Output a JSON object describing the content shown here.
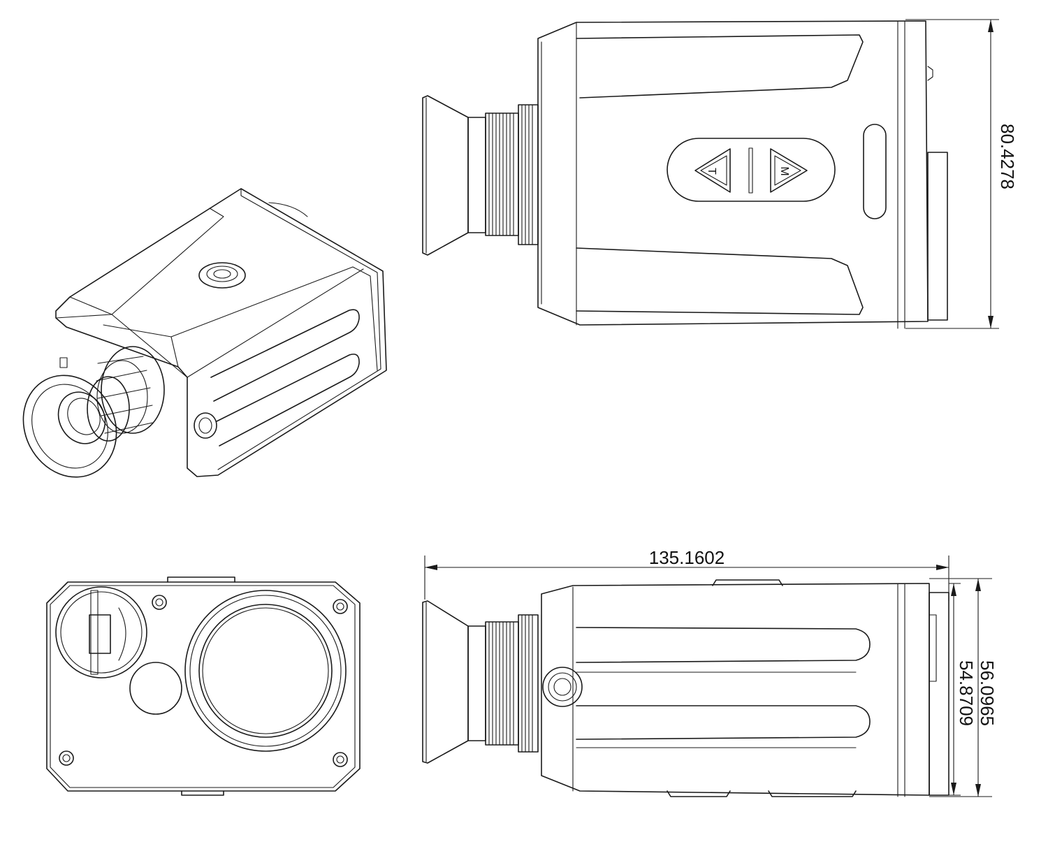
{
  "drawing": {
    "views": [
      "isometric-view",
      "top-view",
      "front-view",
      "side-view"
    ],
    "top_view": {
      "buttons": {
        "left_label": "T",
        "right_label": "M"
      },
      "dimension_height": "80.4278"
    },
    "side_view": {
      "dimension_length": "135.1602",
      "dimension_height_outer": "56.0965",
      "dimension_height_inner": "54.8709"
    }
  }
}
